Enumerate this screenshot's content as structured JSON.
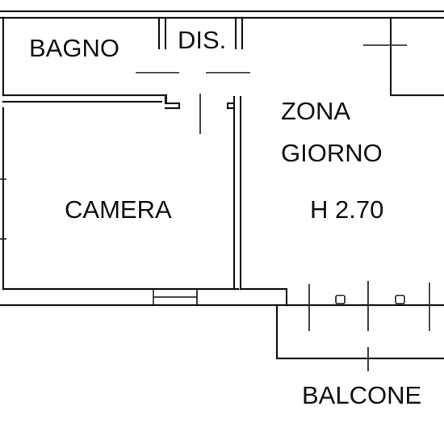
{
  "rooms": {
    "bagno": "BAGNO",
    "dis": "DIS.",
    "zona_giorno_line1": "ZONA",
    "zona_giorno_line2": "GIORNO",
    "height": "H 2.70",
    "camera": "CAMERA",
    "balcone": "BALCONE"
  },
  "colors": {
    "line": "#1a1a1a",
    "background": "#ffffff",
    "text": "#111111"
  }
}
